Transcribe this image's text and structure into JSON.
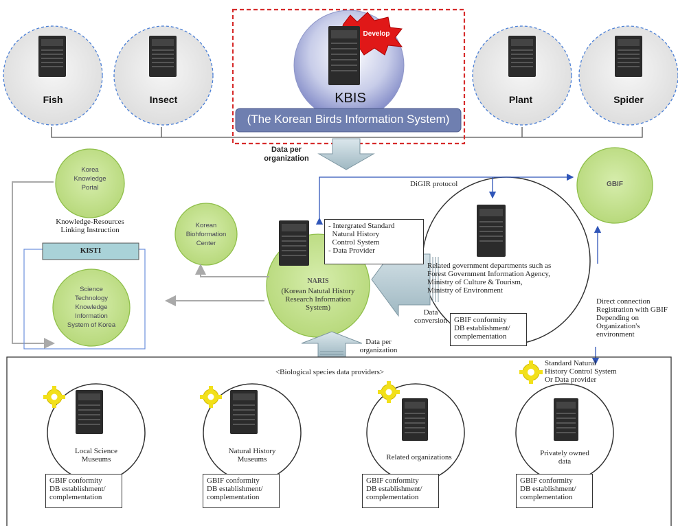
{
  "top_nodes": [
    {
      "label": "Fish"
    },
    {
      "label": "Insect"
    },
    {
      "label": "Plant"
    },
    {
      "label": "Spider"
    }
  ],
  "kbis": {
    "badge": "Develop",
    "label": "KBIS",
    "fullname": "(The Korean Birds Information System)"
  },
  "flow_labels": {
    "data_per_org_top": "Data per\norganization",
    "digir": "DiGIR protocol",
    "data_conversion": "Data\nconversion",
    "data_per_org_bottom": "Data per\norganization"
  },
  "gbif": {
    "label": "GBIF"
  },
  "left_panel": {
    "knowledge_portal": "Korea\nKnowledge\nPortal",
    "linking_instruction": "Knowledge-Resources\nLinking Instruction",
    "kisti": "KISTI",
    "science_system": "Science\nTechnology\nKnowledge\nInformation\nSystem of Korea"
  },
  "biohformation": "Korean\nBiohformation\nCenter",
  "naris": {
    "title": "NARIS",
    "subtitle": "(Korean Natutal History\nResearch Information\nSystem)",
    "callout": "- Intergrated Standard\n  Natural History\n  Control System\n- Data Provider"
  },
  "gov": {
    "text": "Related government departments such as\nForest Government Information Agency,\nMinistry of Culture & Tourism,\nMinistry of Environment",
    "box": "GBIF conformity\nDB establishment/\ncomplementation"
  },
  "direct_connection": "Direct connection\nRegistration with GBIF\nDepending on\nOrganization's\nenvironment",
  "providers": {
    "title": "<Biological species data providers>",
    "legend": "Standard Natural\nHistory Control System\nOr Data provider",
    "items": [
      {
        "label": "Local Science\nMuseums",
        "box": "GBIF conformity\nDB establishment/\ncomplementation"
      },
      {
        "label": "Natural History\nMuseums",
        "box": "GBIF conformity\nDB establishment/\ncomplementation"
      },
      {
        "label": "Related organizations",
        "box": "GBIF conformity\nDB establishment/\ncomplementation"
      },
      {
        "label": "Privately owned\ndata",
        "box": "GBIF conformity\nDB establishment/\ncomplementation"
      }
    ]
  },
  "colors": {
    "green_circle": "#c9e39a",
    "green_border": "#8fbf4a",
    "kisti_box": "#a9d2d8",
    "kbis_bar": "#6f7fb0",
    "dashed_red": "#d62b2b",
    "arrow_blue": "#2f55b8"
  }
}
